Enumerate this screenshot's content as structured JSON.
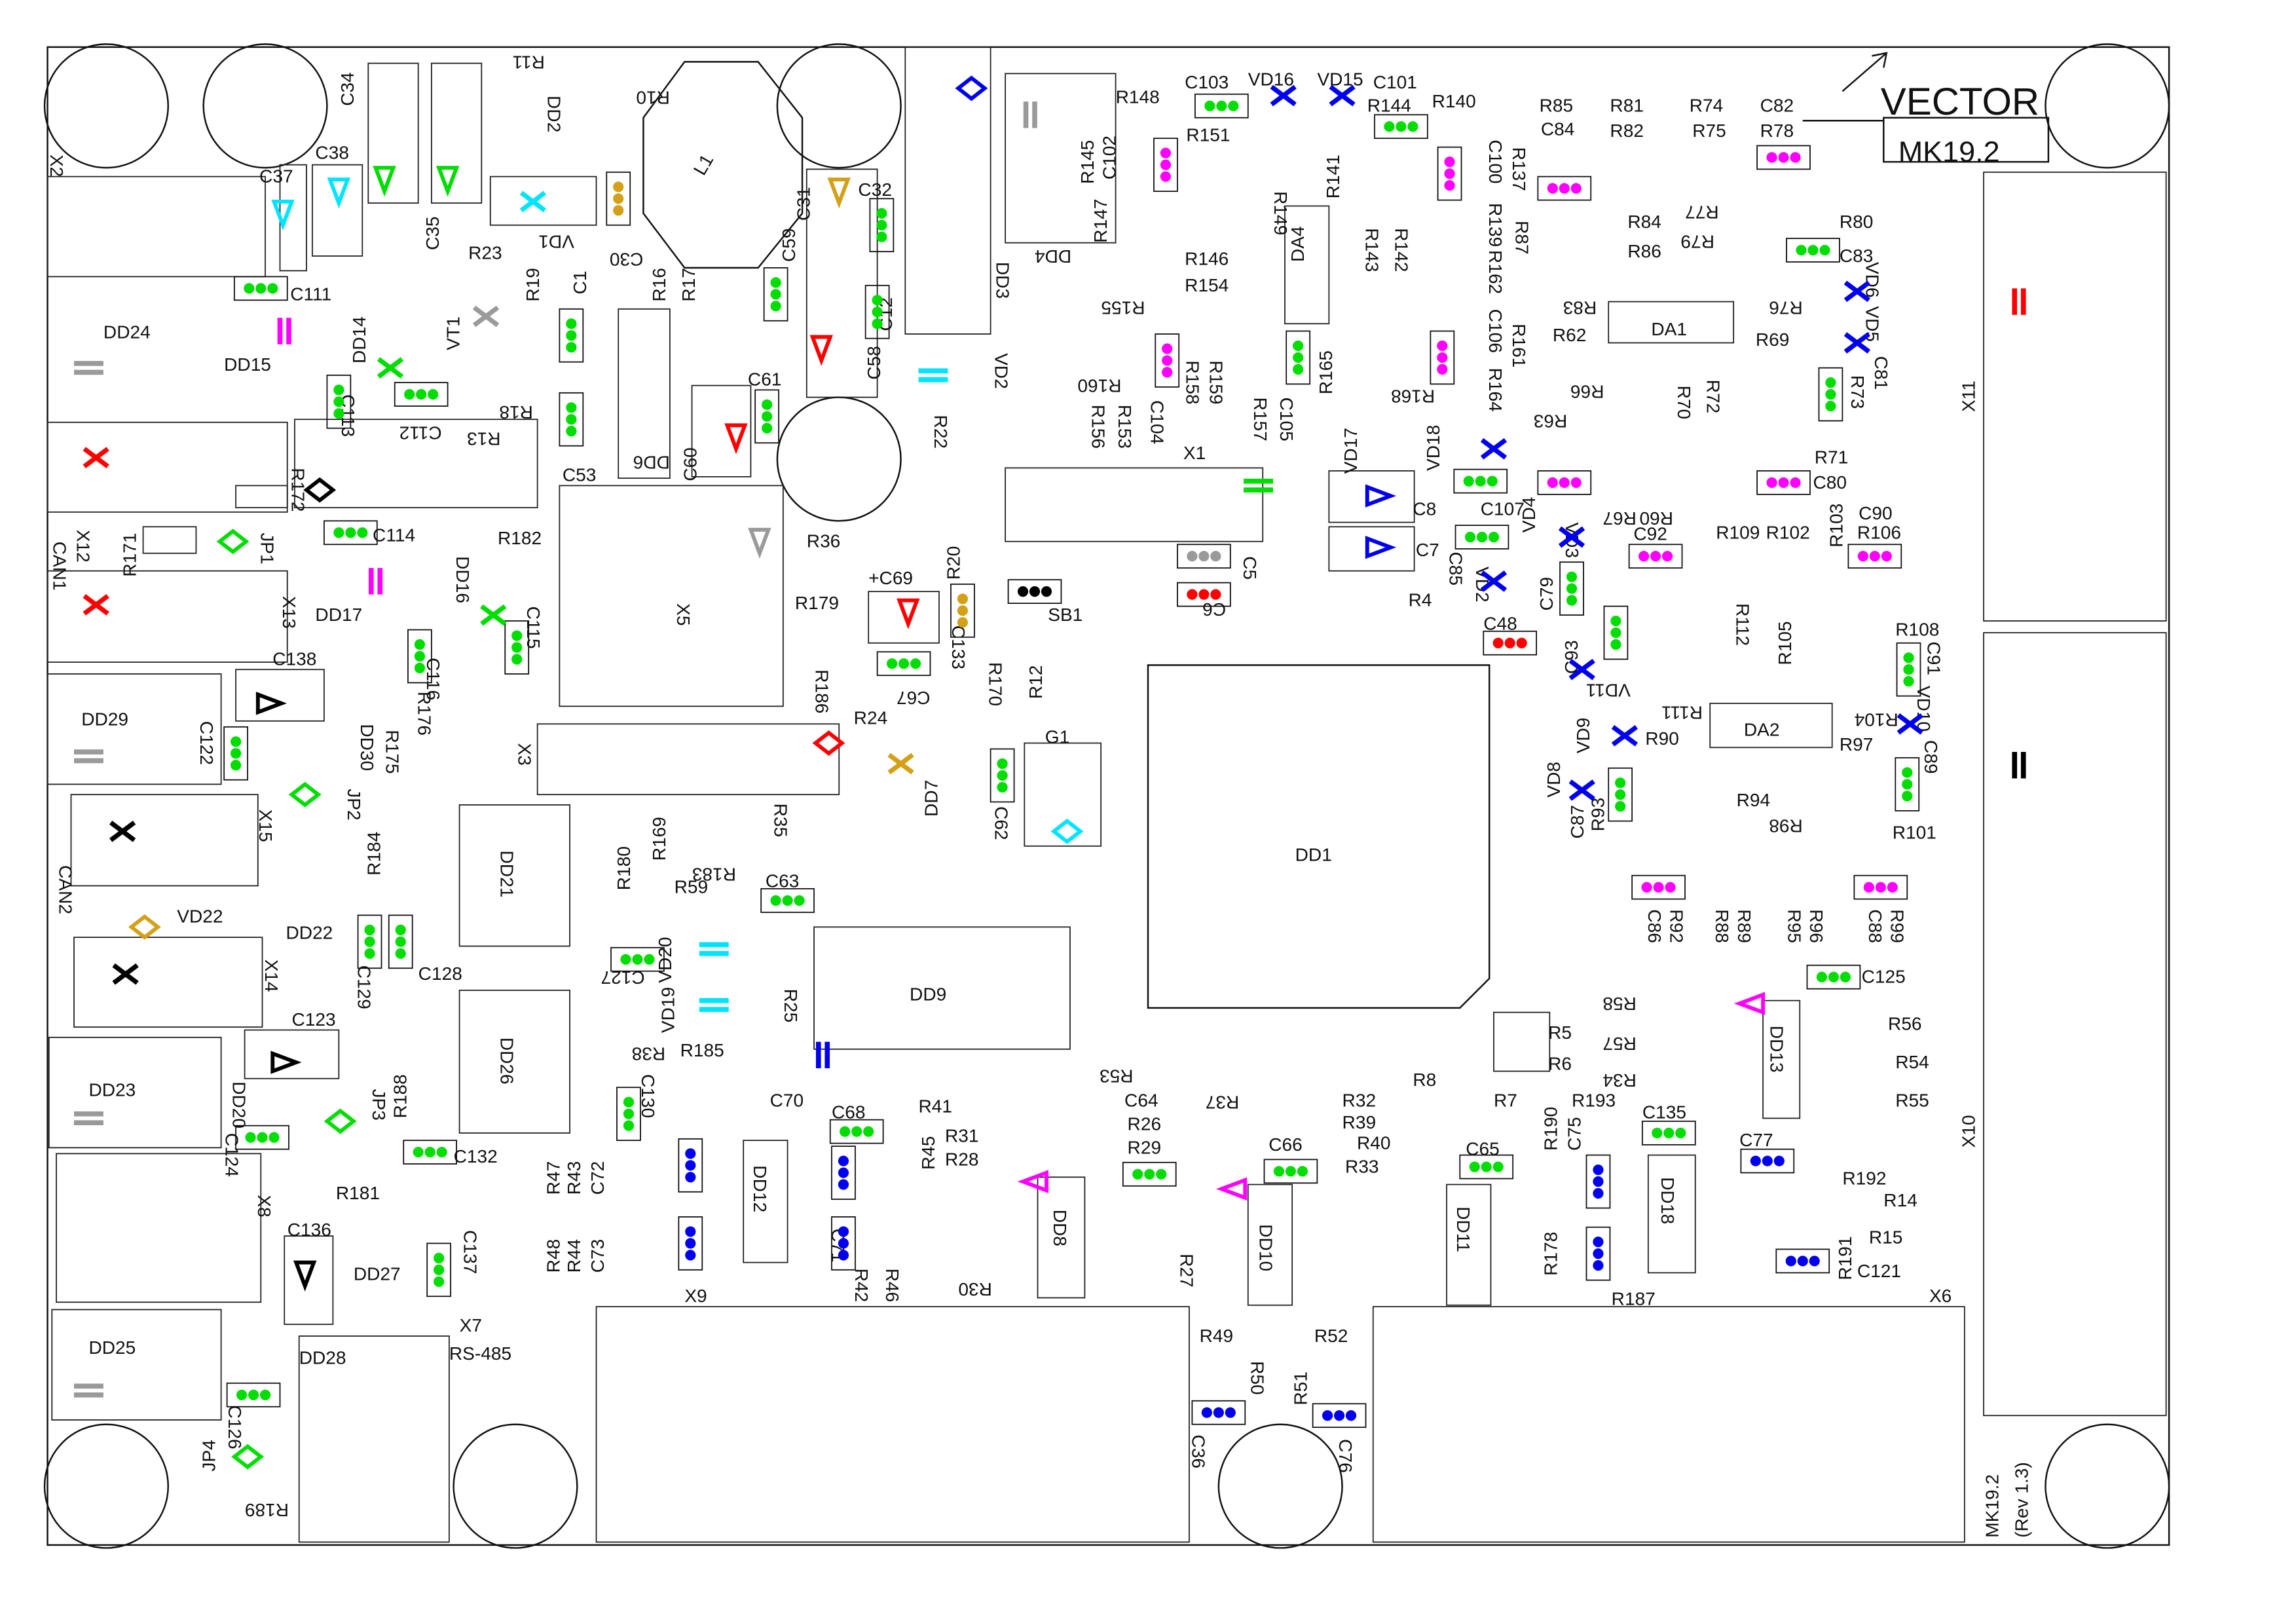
{
  "title": "VECTOR",
  "model": "MK19.2",
  "revision_model": "MK19.2",
  "revision": "(Rev 1.3)",
  "colors": {
    "g": "#00dd00",
    "m": "#ff00ff",
    "b": "#0000ee",
    "r": "#ff0000",
    "o": "#d4a017",
    "k": "#000000",
    "y": "#9a9a9a",
    "c": "#00e5ff"
  },
  "labels": {
    "R11": "R11",
    "R10": "R10",
    "DD2": "DD2",
    "C34": "C34",
    "C38": "C38",
    "C37": "C37",
    "X2": "X2",
    "C35": "C35",
    "VD1": "VD1",
    "C30": "C30",
    "L1": "L1",
    "R23": "R23",
    "R19": "R19",
    "C1": "C1",
    "R16": "R16",
    "R17": "R17",
    "C59": "C59",
    "C31": "C31",
    "C32": "C32",
    "C12": "C12",
    "C58": "C58",
    "DD3": "DD3",
    "VD2": "VD2",
    "R22": "R22",
    "C111": "C111",
    "DD24": "DD24",
    "DD14": "DD14",
    "VT1": "VT1",
    "DD15": "DD15",
    "C113": "C113",
    "C112": "C112",
    "R13": "R13",
    "R18": "R18",
    "DD6": "DD6",
    "C53": "C53",
    "C60": "C60",
    "C61": "C61",
    "R172": "R172",
    "X12": "X12",
    "CAN1": "CAN1",
    "R171": "R171",
    "JP1": "JP1",
    "C114": "C114",
    "R182": "R182",
    "X5": "X5",
    "R36": "R36",
    "C69": "+C69",
    "R20": "R20",
    "SB1": "SB1",
    "C5": "C5",
    "C6": "C6",
    "R4": "R4",
    "C8": "C8",
    "C7": "C7",
    "DD16": "DD16",
    "C115": "C115",
    "C116": "C116",
    "DD17": "DD17",
    "X13": "X13",
    "C138": "C138",
    "R179": "R179",
    "C133": "C133",
    "R170": "R170",
    "R12": "R12",
    "C67": "C67",
    "R186": "R186",
    "R176": "R176",
    "R175": "R175",
    "DD30": "DD30",
    "DD29": "DD29",
    "C122": "C122",
    "R24": "R24",
    "G1": "G1",
    "DD7": "DD7",
    "C62": "C62",
    "X3": "X3",
    "JP2": "JP2",
    "X15": "X15",
    "CAN2": "CAN2",
    "R169": "R169",
    "R183": "R183",
    "R35": "R35",
    "DD21": "DD21",
    "R184": "R184",
    "DD1": "DD1",
    "VD22": "VD22",
    "DD22": "DD22",
    "C129": "C129",
    "C128": "C128",
    "R180": "R180",
    "R59": "R59",
    "C63": "C63",
    "C127": "C127",
    "VD20": "VD20",
    "VD19": "VD19",
    "R25": "R25",
    "DD9": "DD9",
    "X14": "X14",
    "C123": "C123",
    "R38": "R38",
    "R185": "R185",
    "R188": "R188",
    "DD26": "DD26",
    "R53": "R53",
    "R37": "R37",
    "R32": "R32",
    "R39": "R39",
    "R40": "R40",
    "R33": "R33",
    "R8": "R8",
    "R5": "R5",
    "R6": "R6",
    "R7": "R7",
    "DD23": "DD23",
    "DD20": "DD20",
    "JP3": "JP3",
    "C124": "C124",
    "C132": "C132",
    "C130": "C130",
    "R181": "R181",
    "X8": "X8",
    "R47": "R47",
    "R43": "R43",
    "C72": "C72",
    "DD12": "DD12",
    "C70": "C70",
    "C68": "C68",
    "R41": "R41",
    "R45": "R45",
    "R31": "R31",
    "R28": "R28",
    "C64": "C64",
    "R26": "R26",
    "R29": "R29",
    "C66": "C66",
    "DD8": "DD8",
    "DD10": "DD10",
    "C65": "C65",
    "DD11": "DD11",
    "R190": "R190",
    "C75": "C75",
    "R193": "R193",
    "C135": "C135",
    "DD18": "DD18",
    "C77": "C77",
    "R192": "R192",
    "R14": "R14",
    "R15": "R15",
    "R191": "R191",
    "C121": "C121",
    "R178": "R178",
    "R187": "R187",
    "R27": "R27",
    "R30": "R30",
    "C71": "C71",
    "R42": "R42",
    "R46": "R46",
    "R48": "R48",
    "R44": "R44",
    "C73": "C73",
    "C136": "C136",
    "C137": "C137",
    "DD27": "DD27",
    "X7": "X7",
    "RS485": "RS-485",
    "DD25": "DD25",
    "DD28": "DD28",
    "C126": "C126",
    "JP4": "JP4",
    "R189": "R189",
    "X9": "X9",
    "C36": "C36",
    "R49": "R49",
    "R50": "R50",
    "R51": "R51",
    "R52": "R52",
    "C76": "C76",
    "X6": "X6",
    "X10": "X10",
    "X11": "X11",
    "DD4": "DD4",
    "R148": "R148",
    "C103": "C103",
    "VD16": "VD16",
    "VD15": "VD15",
    "C101": "C101",
    "R144": "R144",
    "R140": "R140",
    "R145": "R145",
    "C102": "C102",
    "R147": "R147",
    "R151": "R151",
    "R149": "R149",
    "R141": "R141",
    "R146": "R146",
    "R154": "R154",
    "R155": "R155",
    "R160": "R160",
    "R156": "R156",
    "R153": "R153",
    "C104": "C104",
    "R158": "R158",
    "R159": "R159",
    "R157": "R157",
    "C105": "C105",
    "R165": "R165",
    "DA4": "DA4",
    "R143": "R143",
    "R142": "R142",
    "R168": "R168",
    "C100": "C100",
    "R137": "R137",
    "R139": "R139",
    "R162": "R162",
    "C106": "C106",
    "R161": "R161",
    "R164": "R164",
    "C84": "C84",
    "R85": "R85",
    "R81": "R81",
    "R82": "R82",
    "R74": "R74",
    "R75": "R75",
    "C82": "C82",
    "R78": "R78",
    "R87": "R87",
    "R84": "R84",
    "R86": "R86",
    "R77": "R77",
    "R79": "R79",
    "R80": "R80",
    "C83": "C83",
    "R83": "R83",
    "R62": "R62",
    "DA1": "DA1",
    "R76": "R76",
    "VD6": "VD6",
    "VD5": "VD5",
    "C81": "C81",
    "R69": "R69",
    "R73": "R73",
    "R66": "R66",
    "R63": "R63",
    "R72": "R72",
    "R70": "R70",
    "R71": "R71",
    "C80": "C80",
    "VD17": "VD17",
    "VD18": "VD18",
    "X1": "X1",
    "C107": "C107",
    "VD4": "VD4",
    "R67": "R67",
    "R60": "R60",
    "C90": "C90",
    "R109": "R109",
    "R102": "R102",
    "R103": "R103",
    "R106": "R106",
    "C92": "C92",
    "VD3": "VD3",
    "C85": "C85",
    "VD2b": "VD2",
    "C79": "C79",
    "C48": "C48",
    "C93": "C93",
    "VD11": "VD11",
    "R111": "R111",
    "R112": "R112",
    "R105": "R105",
    "R108": "R108",
    "C91": "C91",
    "R104": "R104",
    "VD10": "VD10",
    "DA2": "DA2",
    "R97": "R97",
    "C89": "C89",
    "VD9": "VD9",
    "R90": "R90",
    "VD8": "VD8",
    "C87": "C87",
    "R93": "R93",
    "R94": "R94",
    "R98": "R98",
    "R101": "R101",
    "C86": "C86",
    "R92": "R92",
    "R88": "R88",
    "R89": "R89",
    "R95": "R95",
    "R96": "R96",
    "C88": "C88",
    "R99": "R99",
    "C125": "C125",
    "R58": "R58",
    "R57": "R57",
    "R34": "R34",
    "DD13": "DD13",
    "R56": "R56",
    "R54": "R54",
    "R55": "R55"
  }
}
